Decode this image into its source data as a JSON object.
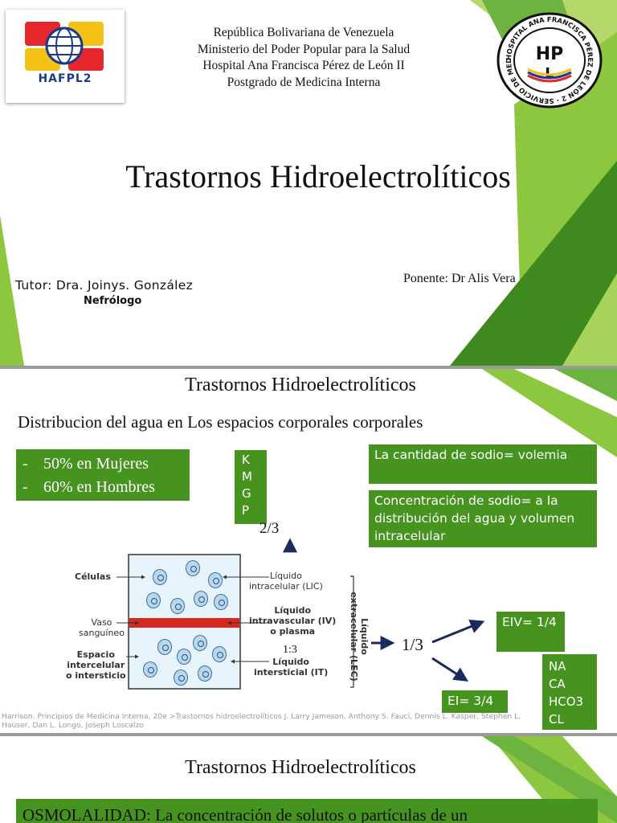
{
  "slide1": {
    "logo_left_text": "HAFPL2",
    "header_lines": [
      "República Bolivariana de Venezuela",
      "Ministerio del Poder Popular para la Salud",
      "Hospital Ana Francisca Pérez de León II",
      "Postgrado de Medicina Interna"
    ],
    "seal_ring_text": "HOSPITAL ANA FRANCISCA PÉREZ DE LEÓN 2 · SERVICIO DE MEDICINA INTERNA ·",
    "seal_center_top": "HP",
    "seal_center_bottom": "L",
    "title": "Trastornos Hidroelectrolíticos",
    "tutor": "Tutor: Dra. Joinys. González",
    "tutor_role": "Nefrólogo",
    "presenter": "Ponente:  Dr Alis Vera",
    "colors": {
      "green_dark": "#3e8a1e",
      "green_light": "#8dc63f",
      "green_mid": "#6db33f"
    }
  },
  "slide2": {
    "title": "Trastornos Hidroelectrolíticos",
    "subtitle": "Distribucion del agua en Los espacios corporales corporales",
    "bullets": [
      "50% en Mujeres",
      "60% en Hombres"
    ],
    "bullet_dash": "-",
    "ions_top": [
      "K",
      "M",
      "G",
      "P"
    ],
    "ratio_top": "2/3",
    "sodium_box1": "La cantidad de sodio= volemia",
    "sodium_box2": "Concentración de sodio= a la distribución del agua y volumen intracelular",
    "diagram": {
      "celulas": "Células",
      "vaso": "Vaso\nsanguíneo",
      "espacio": "Espacio\nintercelular\no intersticio",
      "lic": "Líquido\nintracelular (LIC)",
      "iv": "Líquido\nintravascular (IV)\no plasma",
      "ratio_13": "1:3",
      "it": "Líquido\nintersticial (IT)",
      "lec": "Líquido extracelular (LEC)"
    },
    "ratio_mid": "1/3",
    "eiv": "EIV= 1/4",
    "ei": "EI= 3/4",
    "ions_bottom": [
      "NA",
      "CA",
      "HCO3",
      "CL"
    ],
    "citation": "Harrison. Principios de Medicina Interna, 20e >Trastornos hidroelectrolíticos J. Larry Jameson, Anthony S. Fauci, Dennis L. Kasper, Stephen L. Hauser, Dan L. Longo, Joseph Loscalzo"
  },
  "slide3": {
    "title": "Trastornos Hidroelectrolíticos",
    "osmolalidad": "OSMOLALIDAD: La concentración de solutos o partículas de un"
  }
}
